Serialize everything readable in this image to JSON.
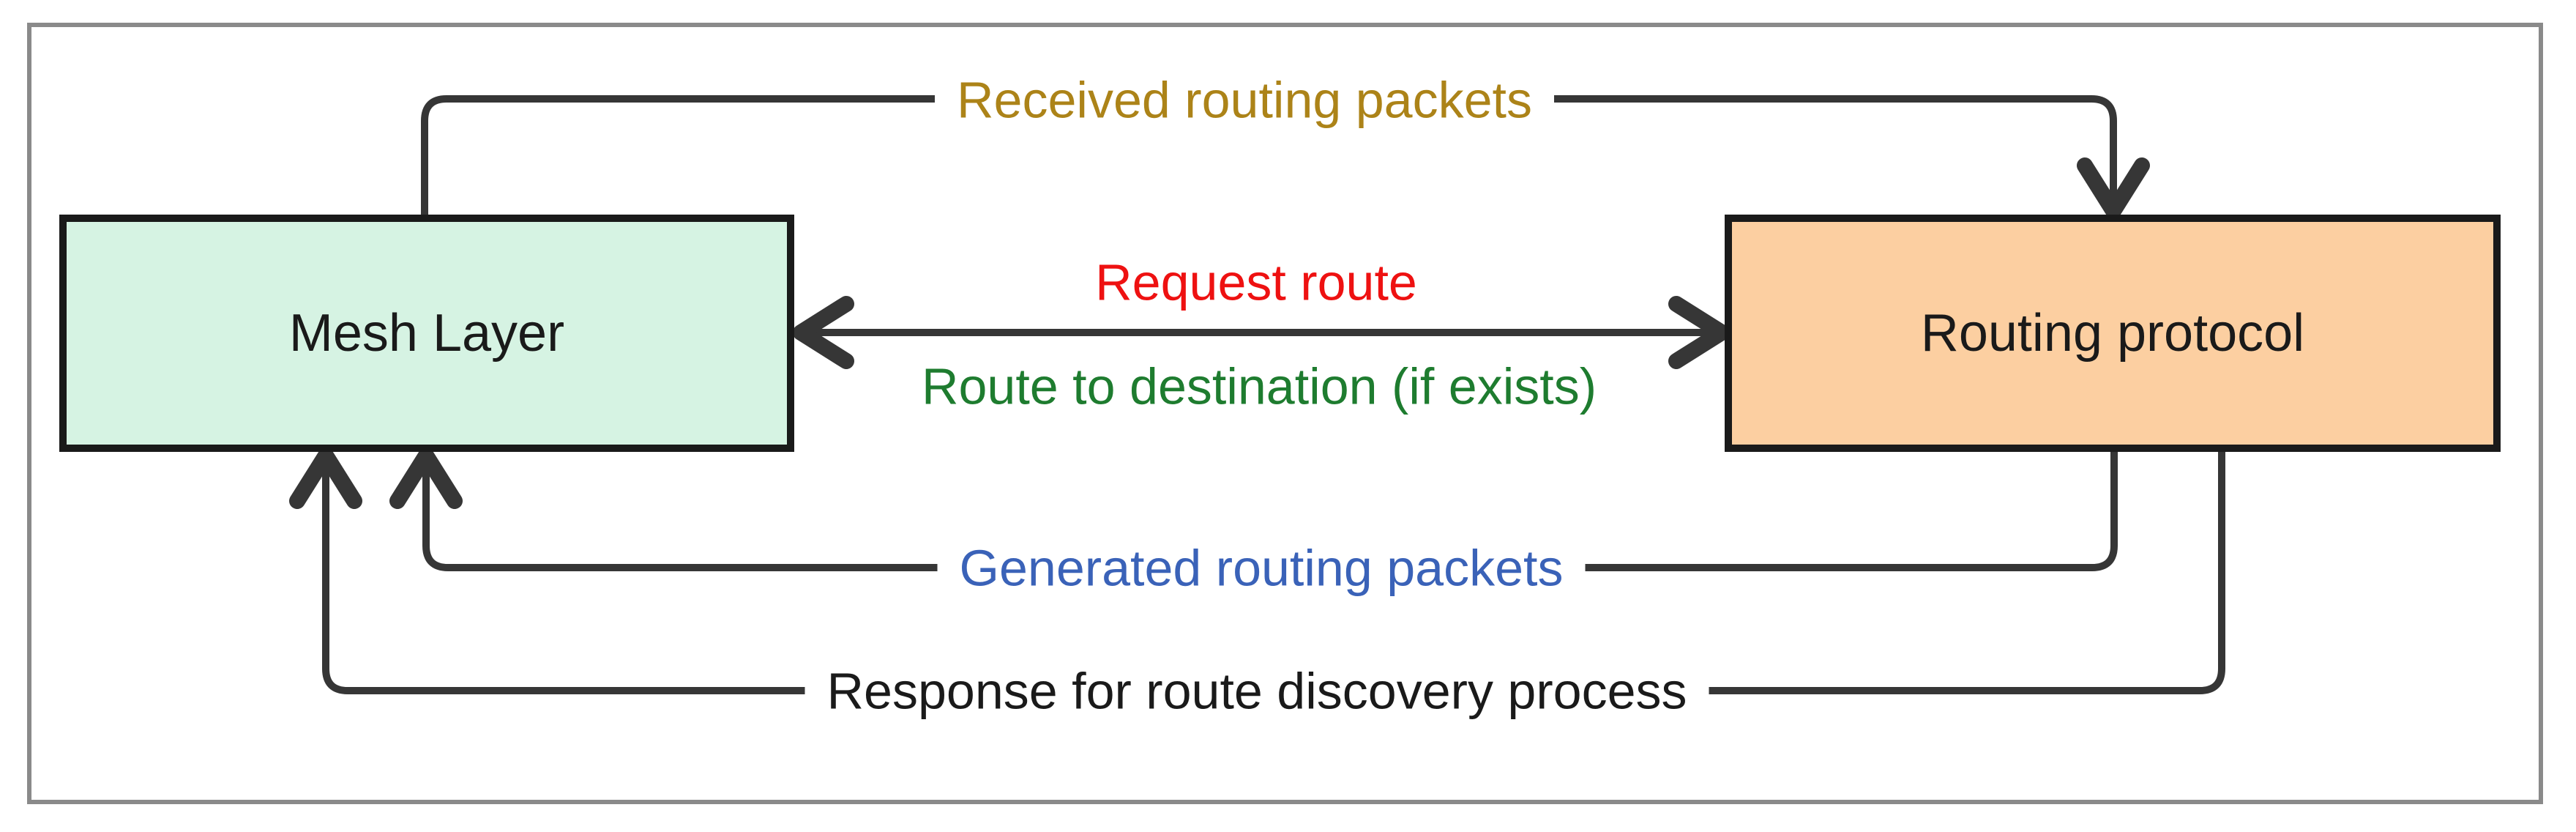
{
  "diagram": {
    "title": "Mesh layer and routing protocol interaction diagram",
    "background_color": "#ffffff",
    "frame_color": "#8A8A8A",
    "connector_color": "#363636",
    "nodes": [
      {
        "id": "mesh-layer",
        "label": "Mesh Layer",
        "fill": "#D6F3E3",
        "border_color": "#1A1A1A",
        "text_color": "#1A1A1A"
      },
      {
        "id": "routing-protocol",
        "label": "Routing protocol",
        "fill": "#FCCFA1",
        "border_color": "#1A1A1A",
        "text_color": "#1A1A1A"
      }
    ],
    "edges": [
      {
        "id": "received-routing-packets",
        "label": "Received routing packets",
        "label_color": "#AC8318",
        "from": "Mesh Layer",
        "to": "Routing protocol",
        "direction": "one-way",
        "route": "over the top"
      },
      {
        "id": "request-route",
        "label": "Request route",
        "label_color": "#EE1111",
        "from": "Mesh Layer",
        "to": "Routing protocol",
        "direction": "two-way",
        "route": "middle straight"
      },
      {
        "id": "route-to-destination",
        "label": "Route to destination (if exists)",
        "label_color": "#1E7C2F",
        "from": "Routing protocol",
        "to": "Mesh Layer",
        "direction": "two-way",
        "route": "middle straight"
      },
      {
        "id": "generated-routing-packets",
        "label": "Generated routing packets",
        "label_color": "#3A62B8",
        "from": "Routing protocol",
        "to": "Mesh Layer",
        "direction": "one-way",
        "route": "under the bottom"
      },
      {
        "id": "response-route-discovery",
        "label": "Response for route discovery process",
        "label_color": "#1A1A1A",
        "from": "Routing protocol",
        "to": "Mesh Layer",
        "direction": "one-way",
        "route": "under the bottom, outermost"
      }
    ]
  }
}
